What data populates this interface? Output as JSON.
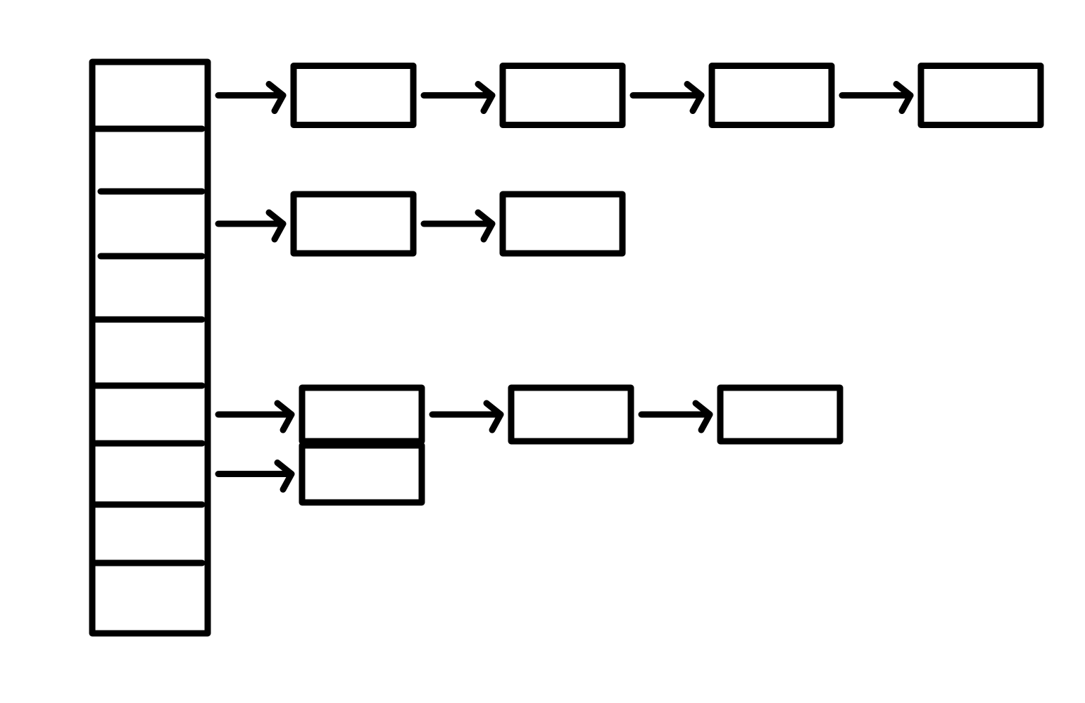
{
  "diagram": {
    "kind": "hash-table-with-chaining",
    "colors": {
      "background": "#ffffff",
      "stroke": "#000000"
    },
    "bucket_count": 9,
    "chains": [
      {
        "bucket": 0,
        "node_count": 4
      },
      {
        "bucket": 2,
        "node_count": 2
      },
      {
        "bucket": 5,
        "node_count": 3
      },
      {
        "bucket": 6,
        "node_count": 1
      }
    ]
  }
}
